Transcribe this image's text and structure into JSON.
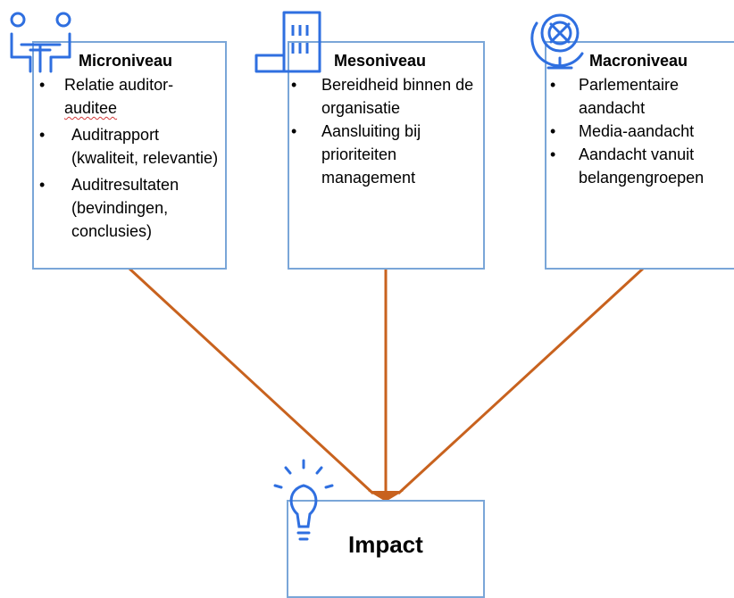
{
  "boxes": [
    {
      "title": "Microniveau",
      "items": [
        {
          "text": "Relatie auditor-",
          "extra": "auditee"
        },
        {
          "text": "Auditrapport (kwaliteit, relevantie)"
        },
        {
          "text": "Auditresultaten (bevindingen, conclusies)"
        }
      ]
    },
    {
      "title": "Mesoniveau",
      "items": [
        {
          "text": "Bereidheid binnen de organisatie"
        },
        {
          "text": "Aansluiting bij prioriteiten management"
        }
      ]
    },
    {
      "title": "Macroniveau",
      "items": [
        {
          "text": "Parlementaire aandacht"
        },
        {
          "text": "Media-aandacht"
        },
        {
          "text": "Aandacht vanuit belangengroepen"
        }
      ]
    }
  ],
  "impact": {
    "label": "Impact"
  },
  "colors": {
    "box_border": "#7aa6d8",
    "icon": "#2f6fe0",
    "arrow": "#c8621e"
  },
  "icons": [
    "meeting-people-icon",
    "office-building-icon",
    "globe-icon",
    "lightbulb-icon"
  ]
}
